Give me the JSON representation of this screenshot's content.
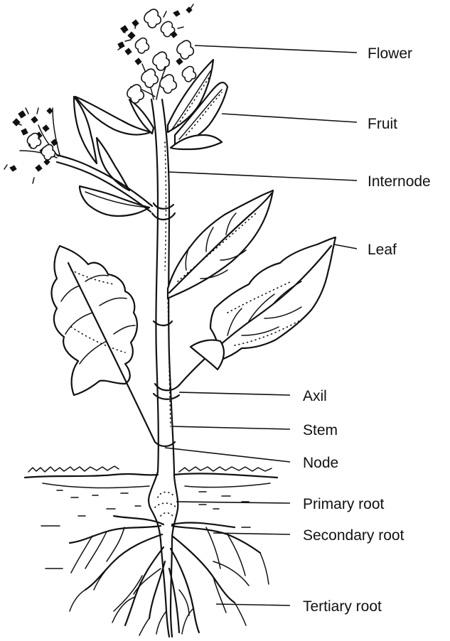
{
  "labels": {
    "flower": "Flower",
    "fruit": "Fruit",
    "internode": "Internode",
    "leaf": "Leaf",
    "axil": "Axil",
    "stem": "Stem",
    "node": "Node",
    "primary_root": "Primary root",
    "secondary_root": "Secondary root",
    "tertiary_root": "Tertiary root"
  }
}
